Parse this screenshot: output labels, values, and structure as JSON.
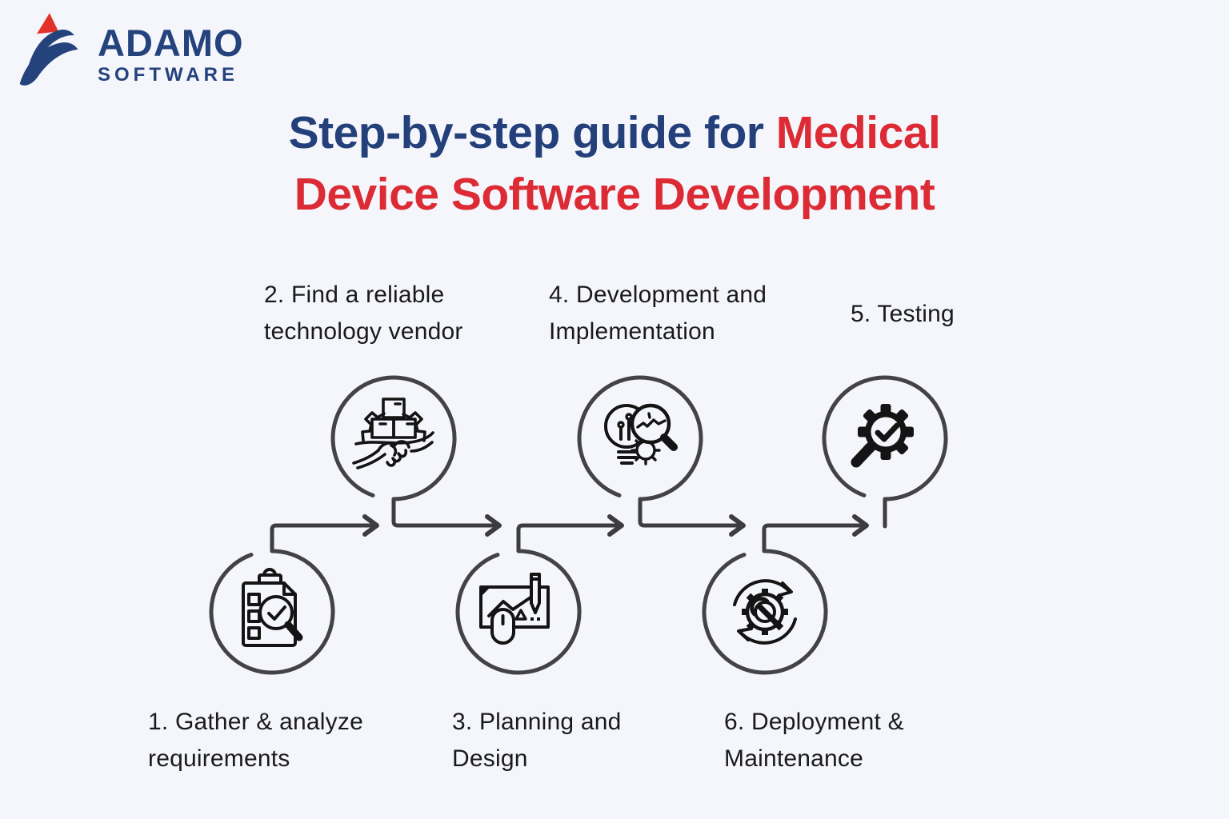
{
  "logo": {
    "name": "ADAMO",
    "subtitle": "SOFTWARE"
  },
  "title": {
    "part1_blue": "Step-by-step guide for ",
    "part2_red": "Medical",
    "line2_red": "Device Software Development"
  },
  "steps": [
    {
      "id": 1,
      "lines": [
        "1. Gather & analyze",
        "requirements"
      ],
      "icon": "clipboard-check-magnifier",
      "position": "bottom"
    },
    {
      "id": 2,
      "lines": [
        "2. Find a reliable",
        "technology vendor"
      ],
      "icon": "vendor-handshake-boxes",
      "position": "top"
    },
    {
      "id": 3,
      "lines": [
        "3. Planning and",
        "Design"
      ],
      "icon": "design-board-pencil-mouse",
      "position": "bottom"
    },
    {
      "id": 4,
      "lines": [
        "4. Development and",
        "Implementation"
      ],
      "icon": "idea-bulb-code-magnifier",
      "position": "top"
    },
    {
      "id": 5,
      "lines": [
        "5. Testing"
      ],
      "icon": "gear-check-magnifier",
      "position": "top"
    },
    {
      "id": 6,
      "lines": [
        "6. Deployment &",
        "Maintenance"
      ],
      "icon": "gear-wrench-cycle",
      "position": "bottom"
    }
  ],
  "colors": {
    "background": "#f4f6fb",
    "title_blue": "#23407a",
    "title_red": "#dd2b35",
    "logo_blue": "#24427c",
    "logo_red": "#e23229",
    "flow_line": "#3d3d40",
    "circle_stroke": "#434346",
    "icon_ink": "#141414",
    "label_text": "#1a1a1c"
  }
}
